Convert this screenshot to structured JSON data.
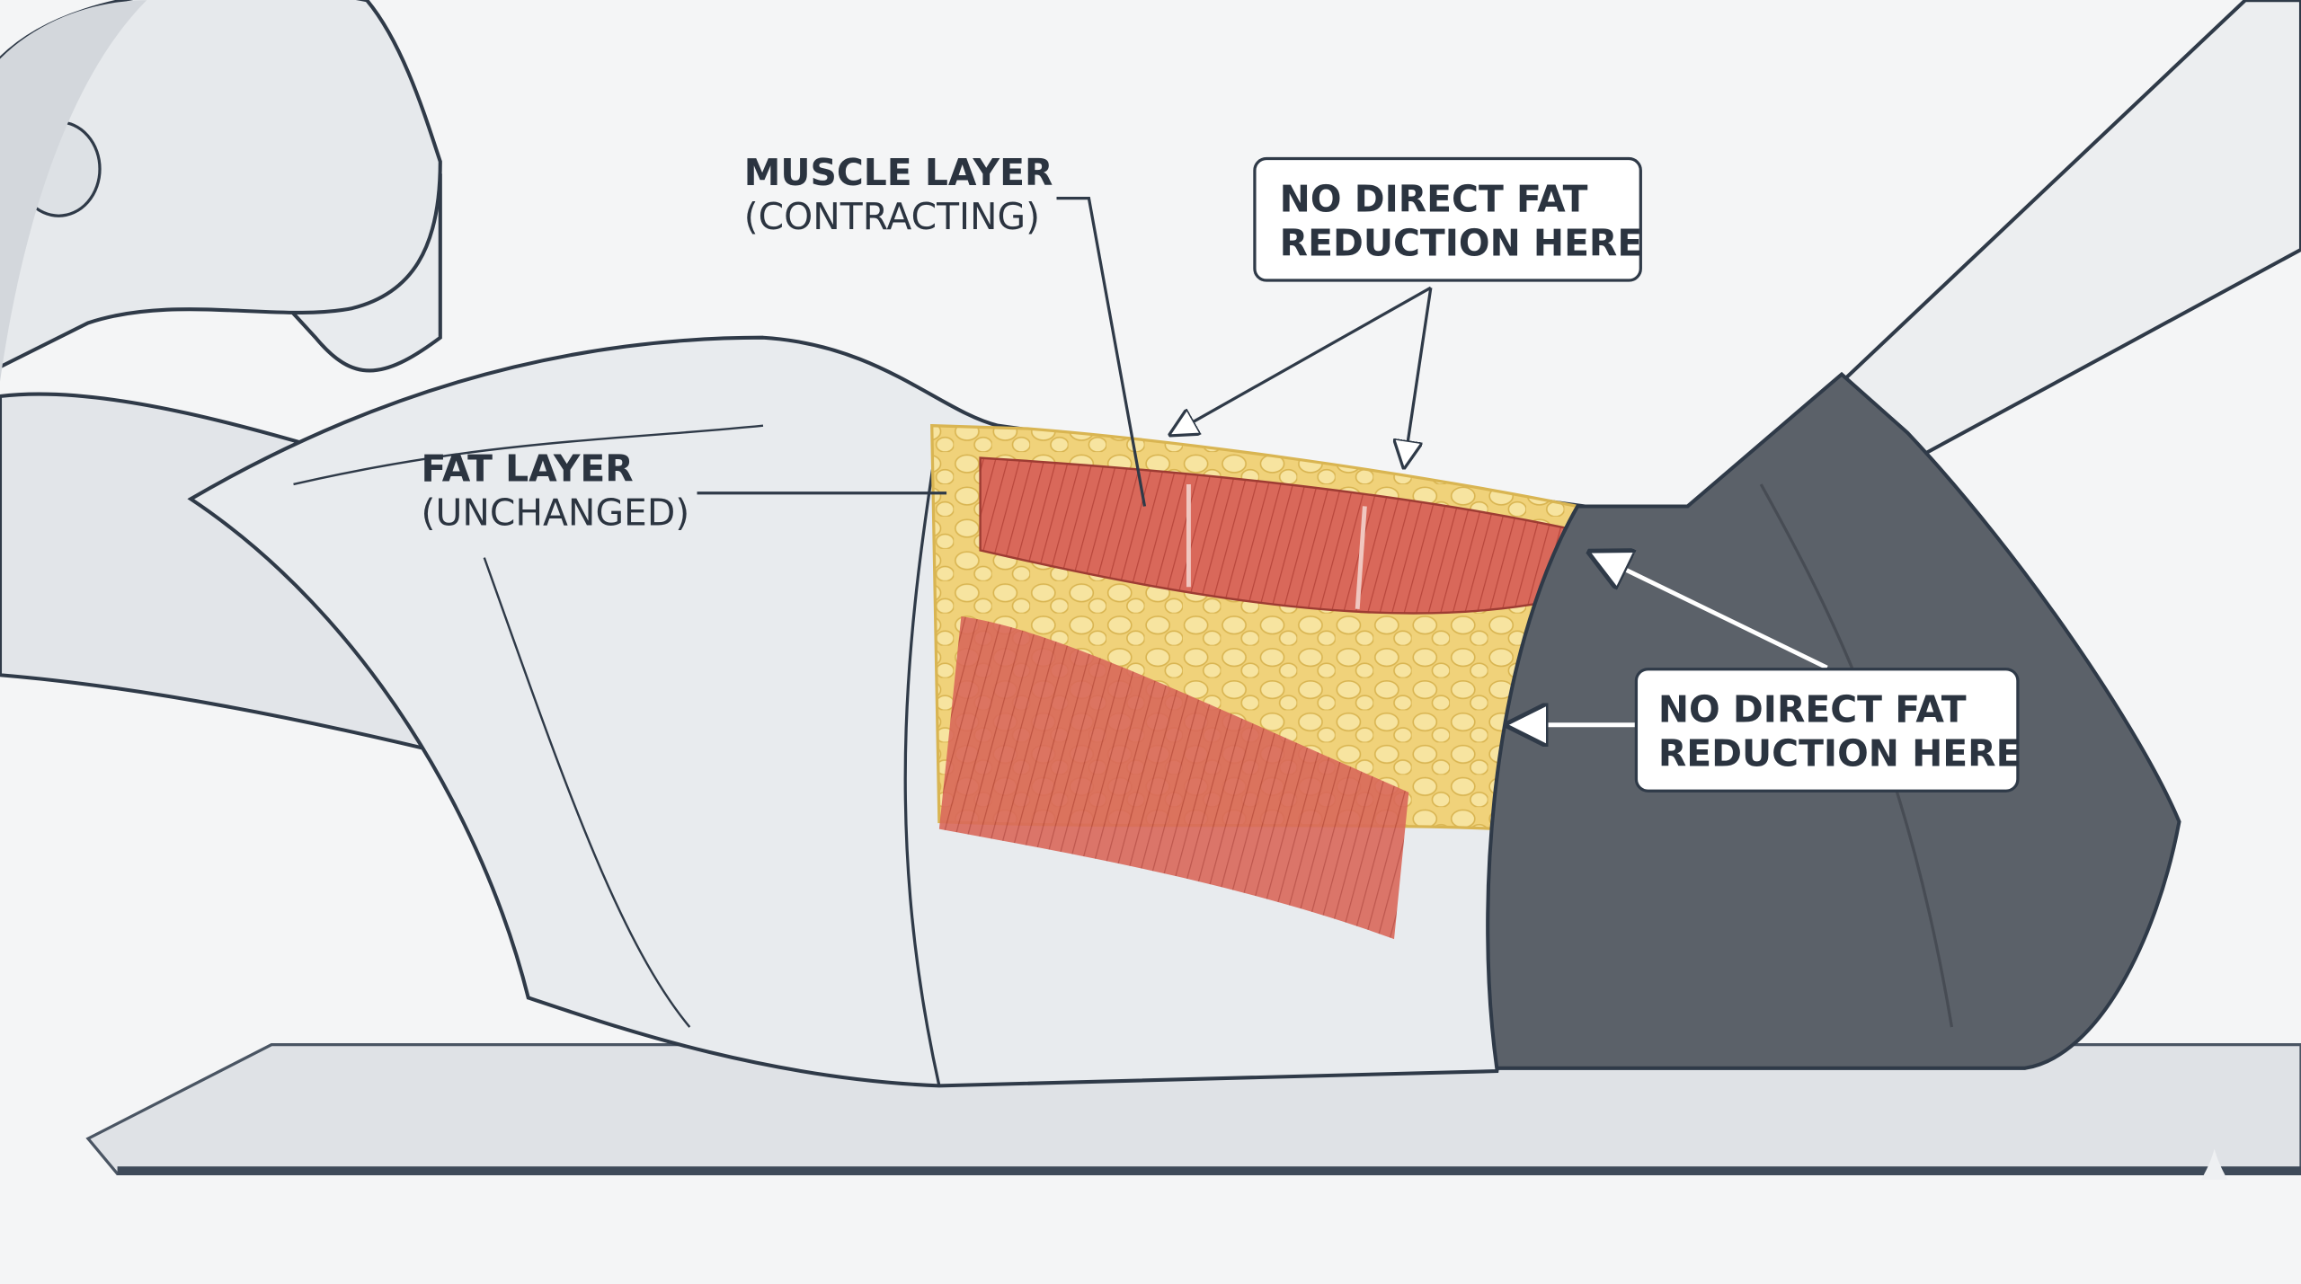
{
  "labels": {
    "muscle_title": "MUSCLE LAYER",
    "muscle_sub": "(CONTRACTING)",
    "fat_title": "FAT LAYER",
    "fat_sub": "(UNCHANGED)",
    "callout_top_line1": "NO DIRECT FAT",
    "callout_top_line2": "REDUCTION HERE",
    "callout_right_line1": "NO DIRECT FAT",
    "callout_right_line2": "REDUCTION HERE"
  },
  "colors": {
    "background": "#f4f5f6",
    "skin": "#e6e9ec",
    "outline": "#2f3a48",
    "shorts": "#5b6169",
    "fat": "#f1d77c",
    "muscle": "#d9685a"
  }
}
